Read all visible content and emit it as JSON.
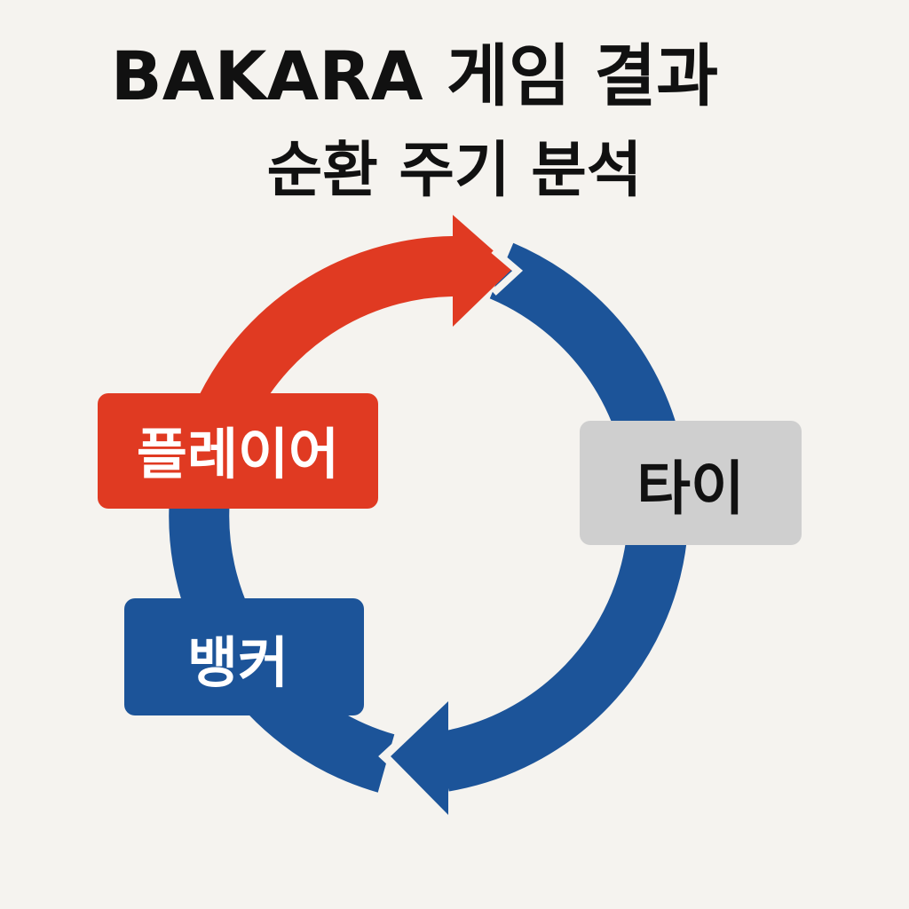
{
  "title": {
    "line1": "BAKARA 게임 결과",
    "line2": "순환 주기 분석"
  },
  "nodes": {
    "player": {
      "label": "플레이어",
      "fill": "#e03a22",
      "text_color": "#ffffff"
    },
    "tie": {
      "label": "타이",
      "fill": "#cfcfcf",
      "text_color": "#111111"
    },
    "banker": {
      "label": "뱅커",
      "fill": "#1c5499",
      "text_color": "#ffffff"
    }
  },
  "colors": {
    "background": "#f5f3ef",
    "red_arrow": "#e03a22",
    "blue_arrow": "#1c5499"
  }
}
